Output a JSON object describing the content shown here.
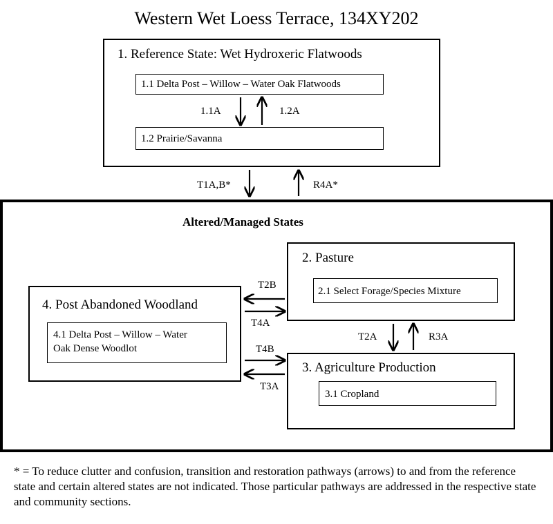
{
  "title": "Western Wet Loess Terrace, 134XY202",
  "reference_state": {
    "title": "1. Reference State: Wet Hydroxeric Flatwoods",
    "community_1_1": "1.1 Delta Post – Willow – Water Oak Flatwoods",
    "community_1_2": "1.2 Prairie/Savanna",
    "pathway_1_1A": "1.1A",
    "pathway_1_2A": "1.2A"
  },
  "transitions_top": {
    "down": "T1A,B*",
    "up": "R4A*"
  },
  "altered": {
    "title": "Altered/Managed States",
    "pasture": {
      "title": "2. Pasture",
      "community": "2.1 Select Forage/Species Mixture"
    },
    "agriculture": {
      "title": "3. Agriculture Production",
      "community": "3.1 Cropland"
    },
    "woodland": {
      "title": "4. Post Abandoned Woodland",
      "community_line1": "4.1 Delta Post –  Willow – Water",
      "community_line2": "Oak Dense Woodlot"
    },
    "labels": {
      "T2B": "T2B",
      "T4A": "T4A",
      "T4B": "T4B",
      "T3A": "T3A",
      "T2A": "T2A",
      "R3A": "R3A"
    }
  },
  "footnote": "* = To reduce clutter and confusion, transition and restoration pathways (arrows) to and from the reference state and certain altered states are not indicated. Those particular pathways are addressed in the respective state and community sections."
}
